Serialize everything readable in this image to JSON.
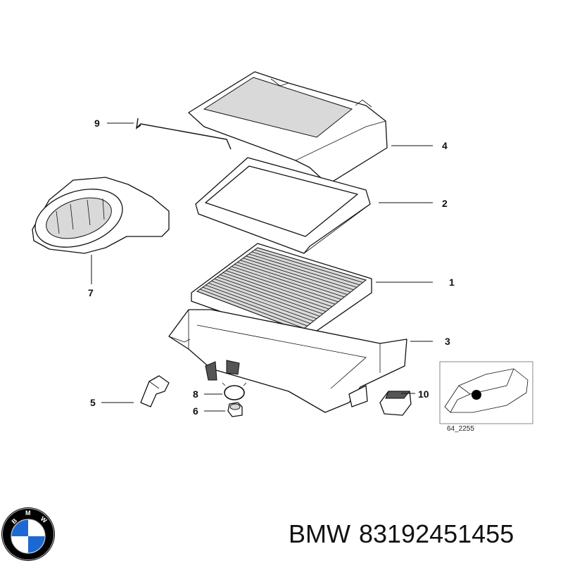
{
  "callouts": [
    "1",
    "2",
    "3",
    "4",
    "5",
    "6",
    "7",
    "8",
    "9",
    "10"
  ],
  "reference_code": "64_2255",
  "logo": {
    "text": "BMW",
    "colors": {
      "blue": "#1c69d4",
      "white": "#ffffff",
      "ring": "#000000"
    }
  },
  "footer": {
    "brand": "BMW",
    "part_number": "83192451455"
  }
}
